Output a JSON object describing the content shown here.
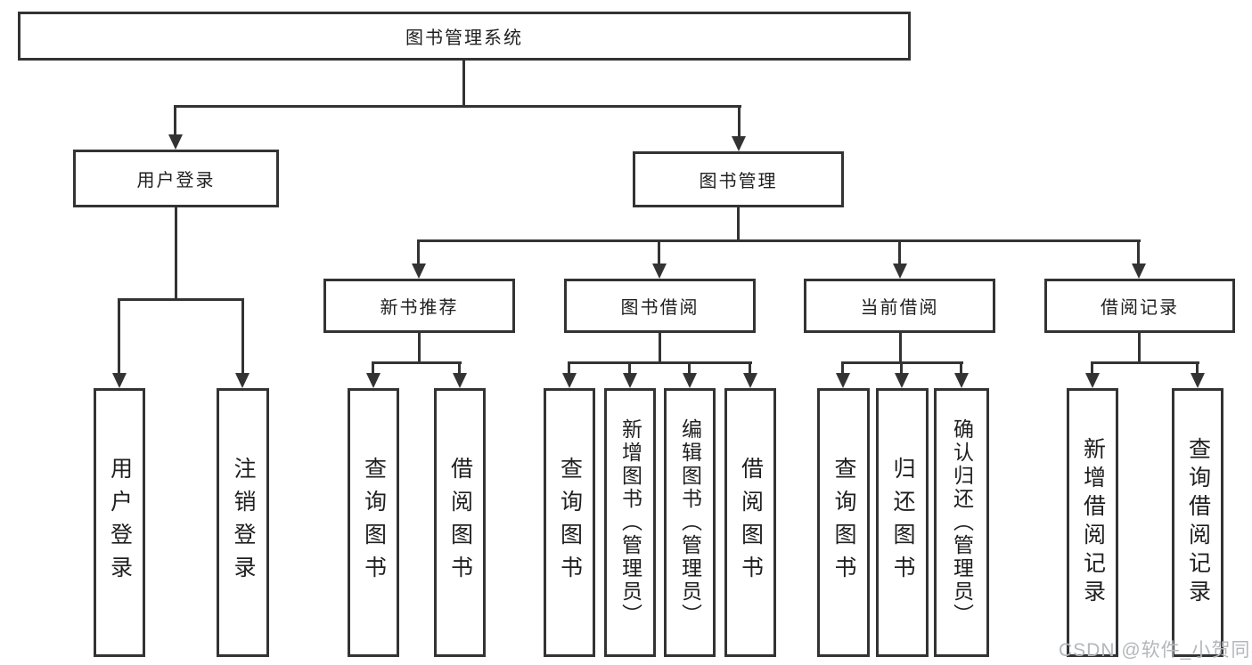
{
  "tree": {
    "root": {
      "label": "图书管理系统"
    },
    "level2": [
      {
        "label": "用户登录"
      },
      {
        "label": "图书管理"
      }
    ],
    "level3": [
      {
        "label": "新书推荐",
        "parent": "图书管理"
      },
      {
        "label": "图书借阅",
        "parent": "图书管理"
      },
      {
        "label": "当前借阅",
        "parent": "图书管理"
      },
      {
        "label": "借阅记录",
        "parent": "图书管理"
      }
    ],
    "leaves": [
      {
        "label": "用户登录",
        "parent": "用户登录"
      },
      {
        "label": "注销登录",
        "parent": "用户登录"
      },
      {
        "label": "查询图书",
        "parent": "新书推荐"
      },
      {
        "label": "借阅图书",
        "parent": "新书推荐"
      },
      {
        "label": "查询图书",
        "parent": "图书借阅"
      },
      {
        "label": "新增图书（管理员）",
        "parent": "图书借阅"
      },
      {
        "label": "编辑图书（管理员）",
        "parent": "图书借阅"
      },
      {
        "label": "借阅图书",
        "parent": "图书借阅"
      },
      {
        "label": "查询图书",
        "parent": "当前借阅"
      },
      {
        "label": "归还图书",
        "parent": "当前借阅"
      },
      {
        "label": "确认归还（管理员）",
        "parent": "当前借阅"
      },
      {
        "label": "新增借阅记录",
        "parent": "借阅记录"
      },
      {
        "label": "查询借阅记录",
        "parent": "借阅记录"
      }
    ]
  },
  "watermark": {
    "text": "CSDN @软件_小贺同学"
  },
  "colors": {
    "line": "#333333",
    "text": "#1f1f1f",
    "background": "#ffffff",
    "watermark": "#b3b7bb"
  }
}
